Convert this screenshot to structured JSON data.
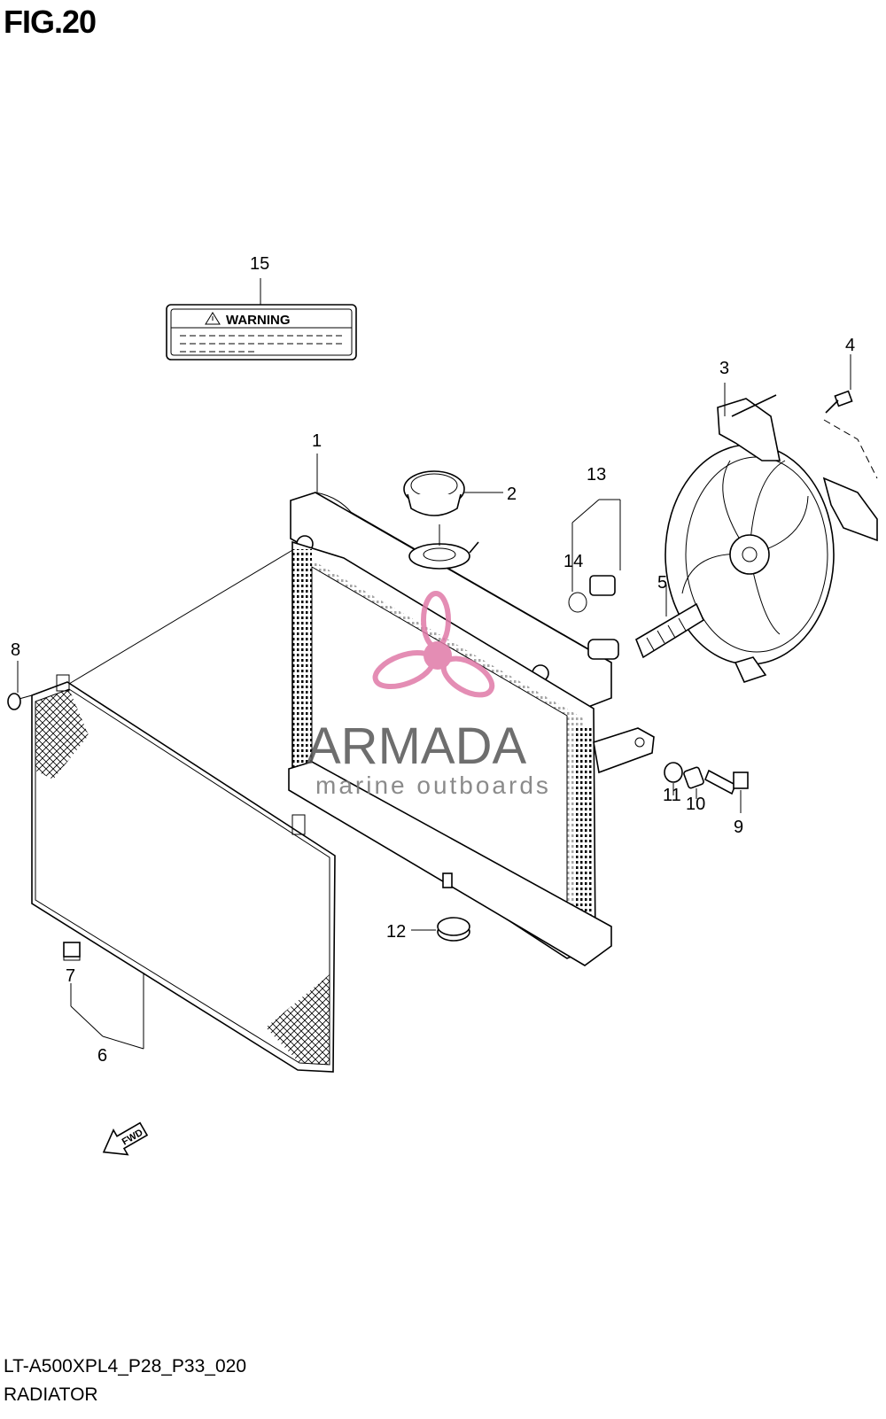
{
  "figure": {
    "title": "FIG.20",
    "code": "LT-A500XPL4_P28_P33_020",
    "name": "RADIATOR"
  },
  "warning_label": {
    "text": "WARNING"
  },
  "fwd_label": "FWD",
  "watermark": {
    "brand": "ARMADA",
    "tagline": "marine outboards",
    "color": "#e07aa8"
  },
  "callouts": [
    {
      "id": "1",
      "label": "1"
    },
    {
      "id": "2",
      "label": "2"
    },
    {
      "id": "3",
      "label": "3"
    },
    {
      "id": "4",
      "label": "4"
    },
    {
      "id": "5",
      "label": "5"
    },
    {
      "id": "6",
      "label": "6"
    },
    {
      "id": "7",
      "label": "7"
    },
    {
      "id": "8",
      "label": "8"
    },
    {
      "id": "9",
      "label": "9"
    },
    {
      "id": "10",
      "label": "10"
    },
    {
      "id": "11",
      "label": "11"
    },
    {
      "id": "12",
      "label": "12"
    },
    {
      "id": "13",
      "label": "13"
    },
    {
      "id": "14",
      "label": "14"
    },
    {
      "id": "15",
      "label": "15"
    }
  ]
}
